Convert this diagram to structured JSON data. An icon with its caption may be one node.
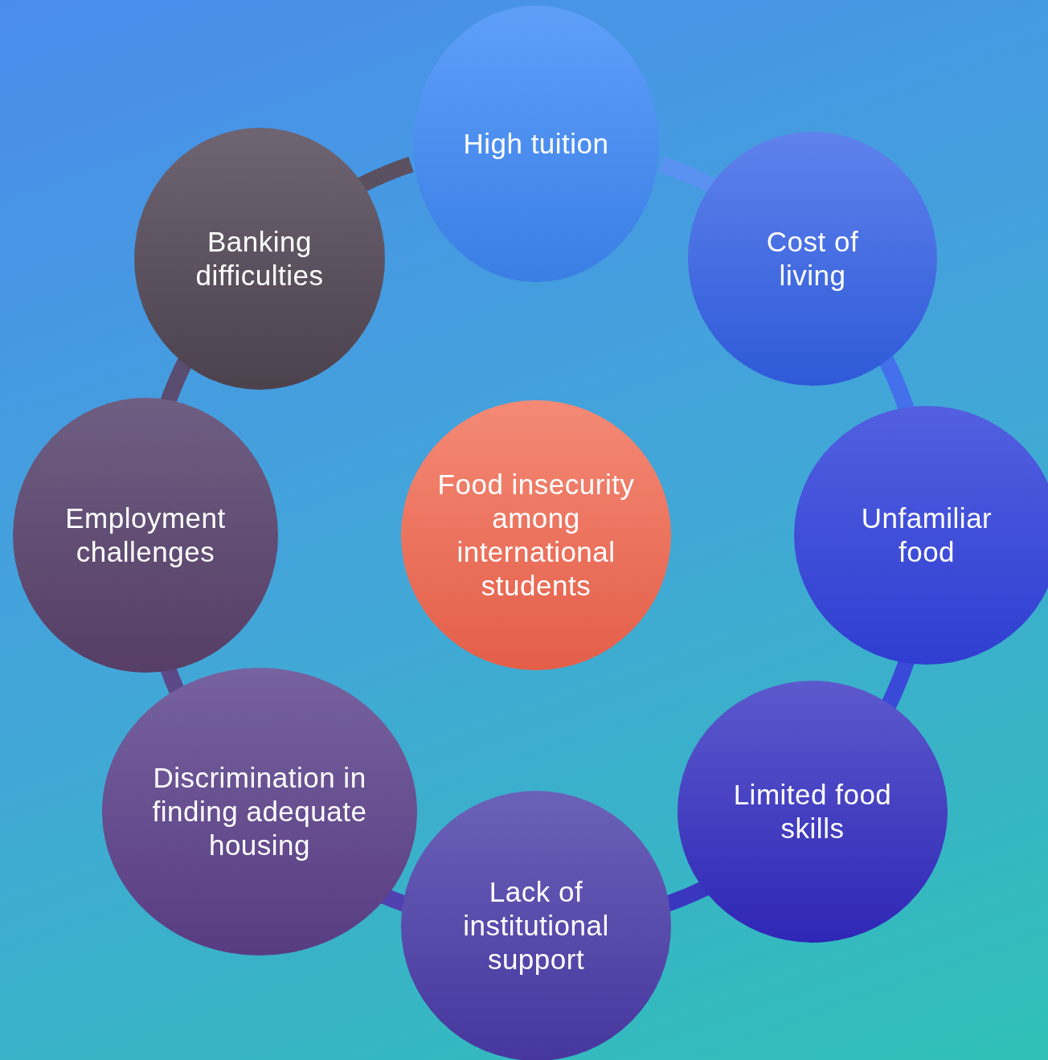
{
  "diagram": {
    "nodes": [
      {
        "text": [
          "Food insecurity among international students"
        ]
      },
      {
        "text": [
          "High tuition"
        ]
      },
      {
        "text": [
          "Cost of living"
        ]
      },
      {
        "text": [
          "Unfamiliar food"
        ]
      },
      {
        "text": [
          "Limited food skills"
        ]
      },
      {
        "text": [
          "Lack of institutional support"
        ]
      },
      {
        "text": [
          "Discrimination in finding adequate housing"
        ]
      },
      {
        "text": [
          "Employment challenges"
        ]
      },
      {
        "text": [
          "Banking difficulties"
        ]
      }
    ],
    "edges": [
      {
        "from": 1,
        "to": 2,
        "arrow": "none",
        "color": "#5b92f2"
      },
      {
        "from": 2,
        "to": 3,
        "arrow": "none",
        "color": "#4470ec"
      },
      {
        "from": 3,
        "to": 4,
        "arrow": "none",
        "color": "#3a4ad8"
      },
      {
        "from": 4,
        "to": 5,
        "arrow": "none",
        "color": "#3a36c0"
      },
      {
        "from": 5,
        "to": 6,
        "arrow": "none",
        "color": "#5040b0"
      },
      {
        "from": 6,
        "to": 7,
        "arrow": "none",
        "color": "#5c4888"
      },
      {
        "from": 7,
        "to": 8,
        "arrow": "none",
        "color": "#5a4c70"
      },
      {
        "from": 8,
        "to": 1,
        "arrow": "none",
        "color": "#5a5060"
      }
    ]
  }
}
